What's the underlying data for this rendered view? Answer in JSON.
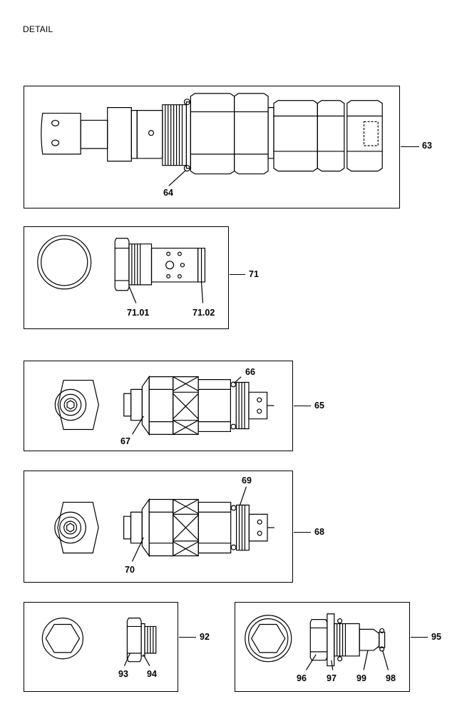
{
  "header": {
    "title": "DETAIL"
  },
  "panels": [
    {
      "id": "63",
      "callouts": [
        {
          "text": "63"
        },
        {
          "text": "64"
        }
      ]
    },
    {
      "id": "71",
      "callouts": [
        {
          "text": "71"
        },
        {
          "text": "71.01"
        },
        {
          "text": "71.02"
        }
      ]
    },
    {
      "id": "65",
      "callouts": [
        {
          "text": "65"
        },
        {
          "text": "66"
        },
        {
          "text": "67"
        }
      ]
    },
    {
      "id": "68",
      "callouts": [
        {
          "text": "68"
        },
        {
          "text": "69"
        },
        {
          "text": "70"
        }
      ]
    },
    {
      "id": "92",
      "callouts": [
        {
          "text": "92"
        },
        {
          "text": "93"
        },
        {
          "text": "94"
        }
      ]
    },
    {
      "id": "95",
      "callouts": [
        {
          "text": "95"
        },
        {
          "text": "96"
        },
        {
          "text": "97"
        },
        {
          "text": "99"
        },
        {
          "text": "98"
        }
      ]
    }
  ]
}
